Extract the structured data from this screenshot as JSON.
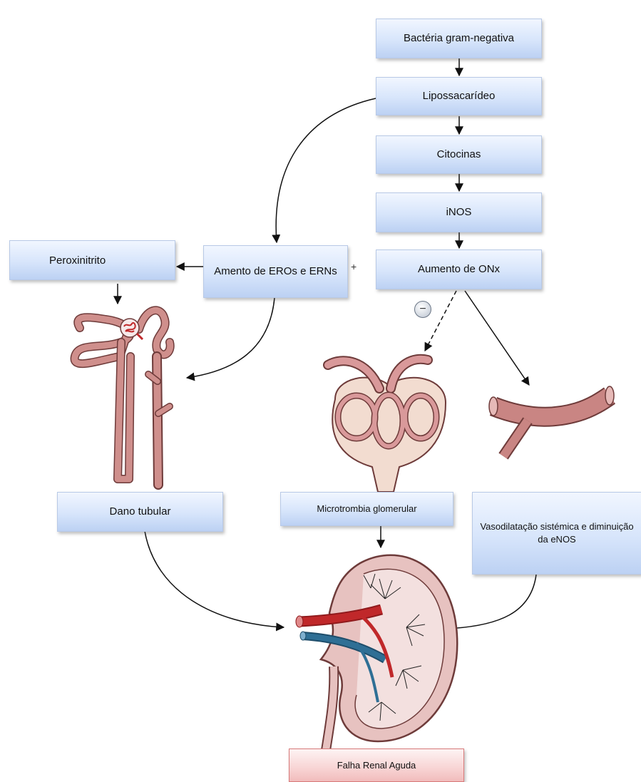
{
  "nodes": {
    "bacteria": "Bactéria gram-negativa",
    "lps": "Lipossacarídeo",
    "citocinas": "Citocinas",
    "inos": "iNOS",
    "onx": "Aumento de ONx",
    "eros": "Amento de EROs e ERNs",
    "peroxinitrito": "Peroxinitrito",
    "dano_tubular": "Dano tubular",
    "microtrombia": "Microtrombia glomerular",
    "vasodilatacao": "Vasodilatação sistémica e diminuição da eNOS",
    "falha_renal": "Falha Renal Aguda"
  },
  "signs": {
    "plus": "+",
    "minus": "−"
  },
  "colors": {
    "box_blue": "#d7e5fb",
    "box_pink": "#f8d4d4",
    "tissue": "#cf8f8c",
    "tissue_outline": "#6e3b3a",
    "artery": "#c0282a",
    "vein": "#2f6f95"
  }
}
